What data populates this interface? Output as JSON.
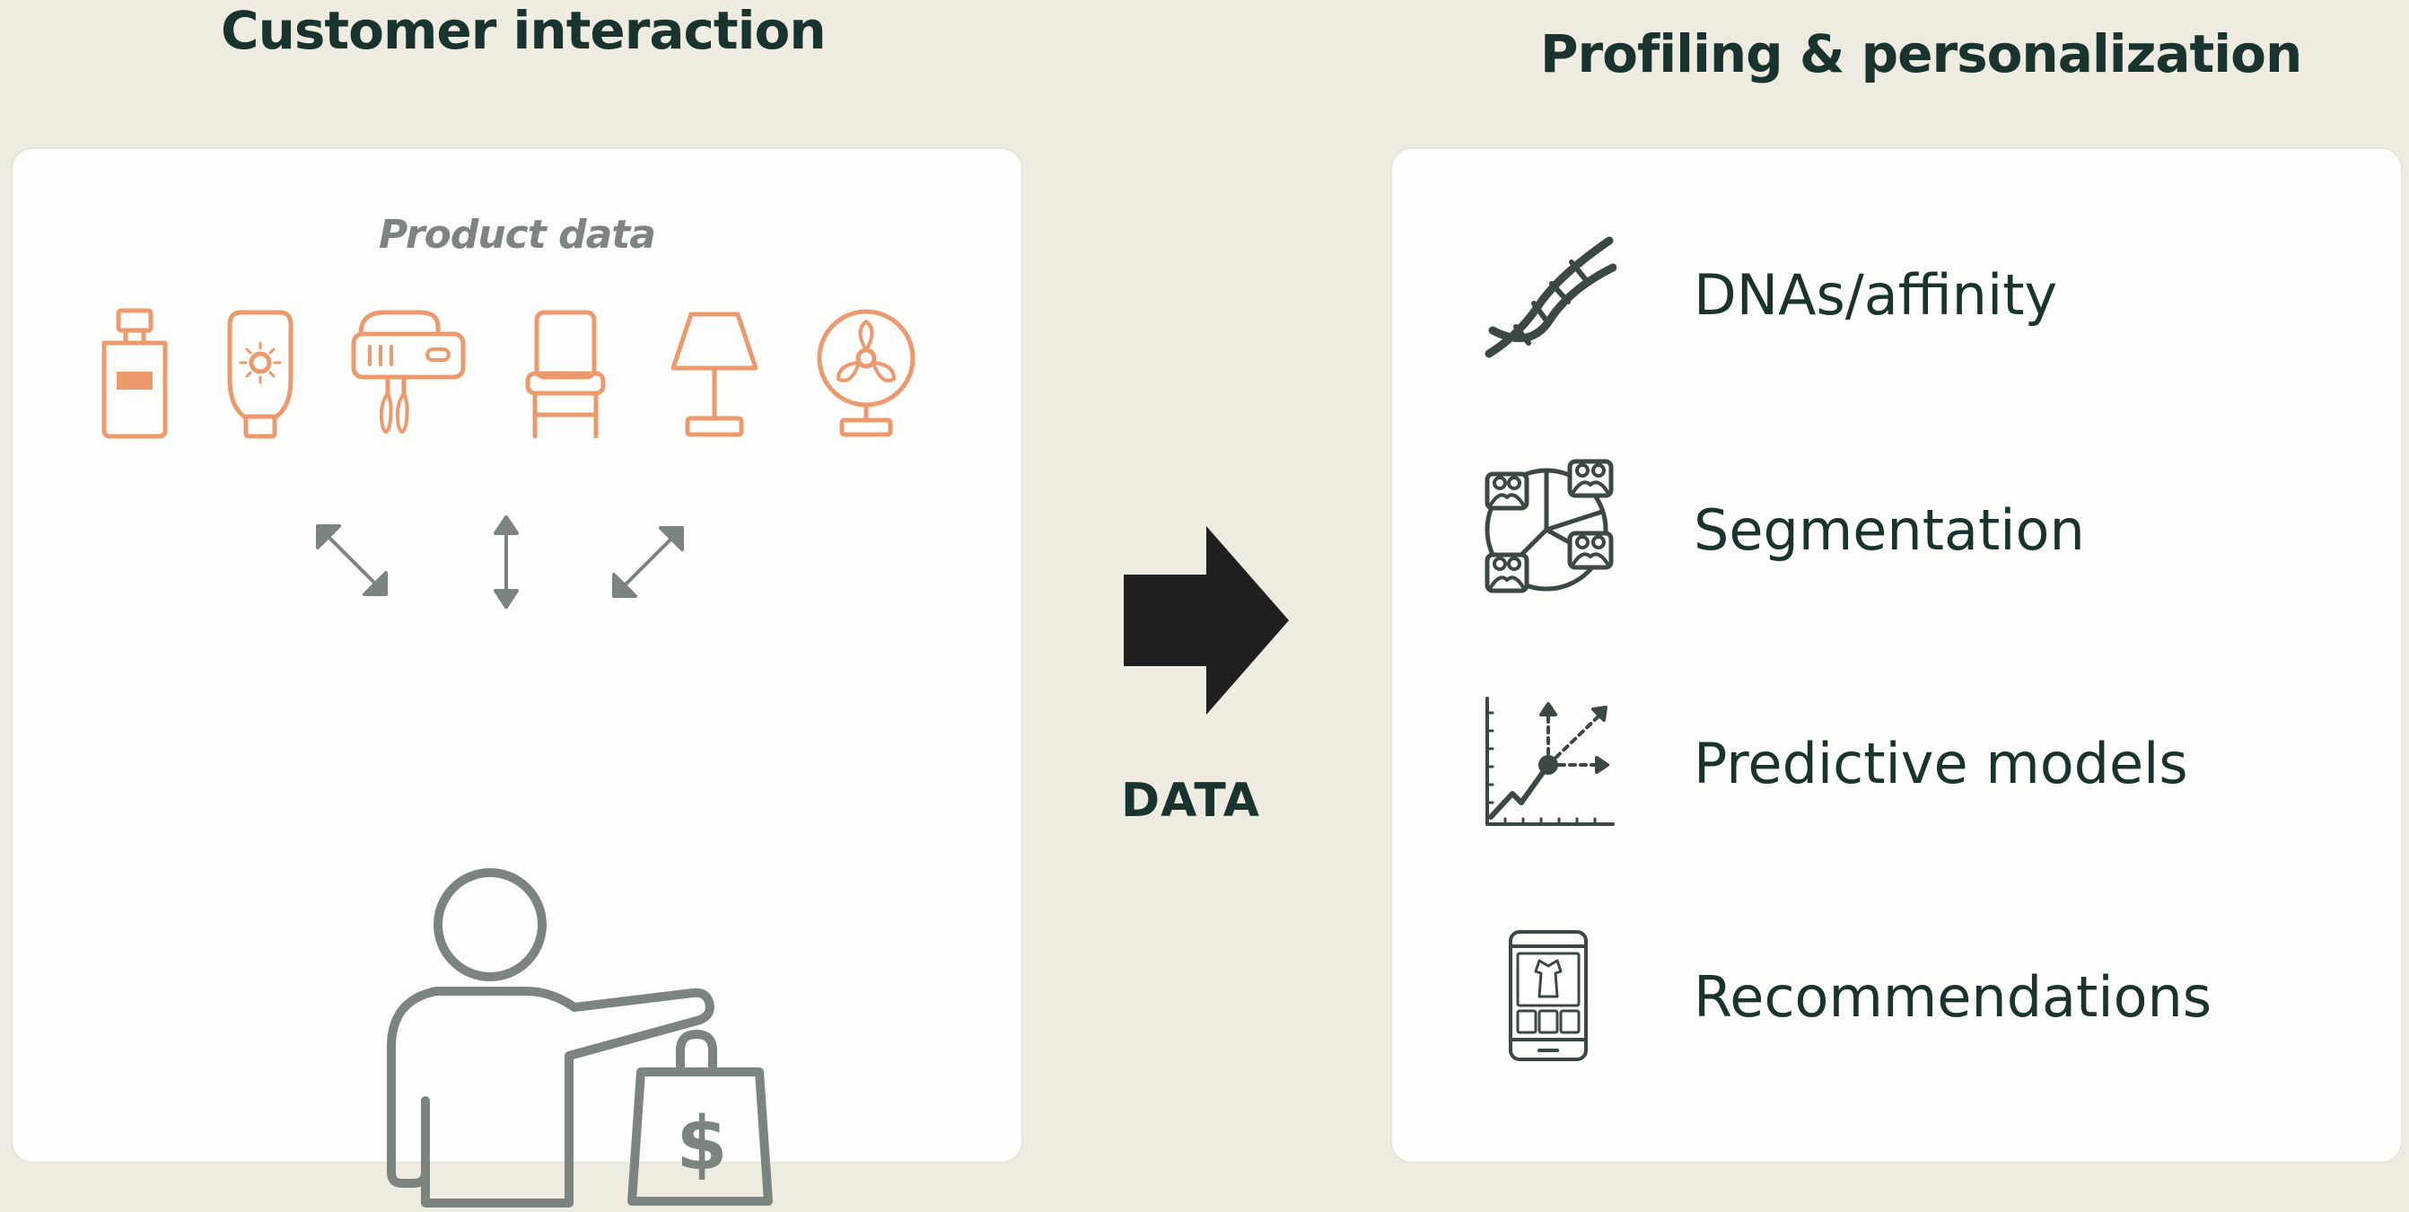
{
  "left_section": {
    "title": "Customer interaction",
    "product_label": "Product data",
    "product_icons": [
      "perfume-bottle-icon",
      "sunscreen-tube-icon",
      "hand-mixer-icon",
      "chair-icon",
      "table-lamp-icon",
      "desk-fan-icon"
    ],
    "interaction_icons": [
      "diagonal-double-arrow-icon",
      "vertical-double-arrow-icon",
      "diagonal-double-arrow-icon"
    ],
    "customer_icon": "shopper-with-bag-icon",
    "bag_symbol": "$"
  },
  "center": {
    "arrow_icon": "right-block-arrow-icon",
    "label": "DATA"
  },
  "right_section": {
    "title": "Profiling & personalization",
    "items": [
      {
        "icon": "dna-icon",
        "label": "DNAs/affinity"
      },
      {
        "icon": "segmentation-pie-people-icon",
        "label": "Segmentation"
      },
      {
        "icon": "prediction-chart-icon",
        "label": "Predictive models"
      },
      {
        "icon": "phone-catalog-icon",
        "label": "Recommendations"
      }
    ]
  },
  "colors": {
    "background": "#eeece1",
    "panel": "#fdfdfb",
    "heading": "#19332e",
    "product_orange": "#ec9a6d",
    "icon_gray": "#7b847f",
    "icon_dark": "#3b4845",
    "arrow": "#1f1f1f"
  }
}
